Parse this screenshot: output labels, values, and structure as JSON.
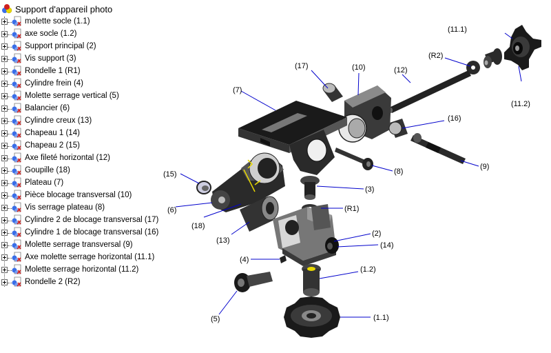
{
  "tree": {
    "root_label": "Support d'appareil photo",
    "items": [
      "molette socle (1.1)",
      "axe socle (1.2)",
      "Support principal (2)",
      "Vis support (3)",
      "Rondelle 1 (R1)",
      "Cylindre frein (4)",
      "Molette serrage vertical (5)",
      "Balancier (6)",
      "Cylindre creux  (13)",
      "Chapeau 1 (14)",
      "Chapeau 2 (15)",
      "Axe fileté horizontal (12)",
      "Goupille (18)",
      "Plateau (7)",
      "Pièce blocage transversal (10)",
      "Vis serrage plateau (8)",
      "Cylindre 2 de blocage transversal (17)",
      "Cylindre 1 de blocage transversal (16)",
      "Molette serrage transversal (9)",
      "Axe molette serrage horizontal (11.1)",
      "Molette serrage horizontal (11.2)",
      "Rondelle 2 (R2)"
    ]
  },
  "callouts": {
    "p11_1": "(11.1)",
    "pR2": "(R2)",
    "p11_2": "(11.2)",
    "p17": "(17)",
    "p10": "(10)",
    "p12": "(12)",
    "p7": "(7)",
    "p16": "(16)",
    "p9": "(9)",
    "p8": "(8)",
    "p15": "(15)",
    "p3": "(3)",
    "p6": "(6)",
    "pR1": "(R1)",
    "p18": "(18)",
    "p2": "(2)",
    "p13": "(13)",
    "p14": "(14)",
    "p4": "(4)",
    "p1_2": "(1.2)",
    "p5": "(5)",
    "p1_1": "(1.1)"
  },
  "colors": {
    "leader": "#0000cc",
    "part_dark": "#1a1a1a",
    "part_mid": "#555555",
    "part_light": "#9a9a9a",
    "accent_yellow": "#e8d800",
    "icon_blue": "#3a6ee8",
    "icon_red": "#d02020"
  }
}
